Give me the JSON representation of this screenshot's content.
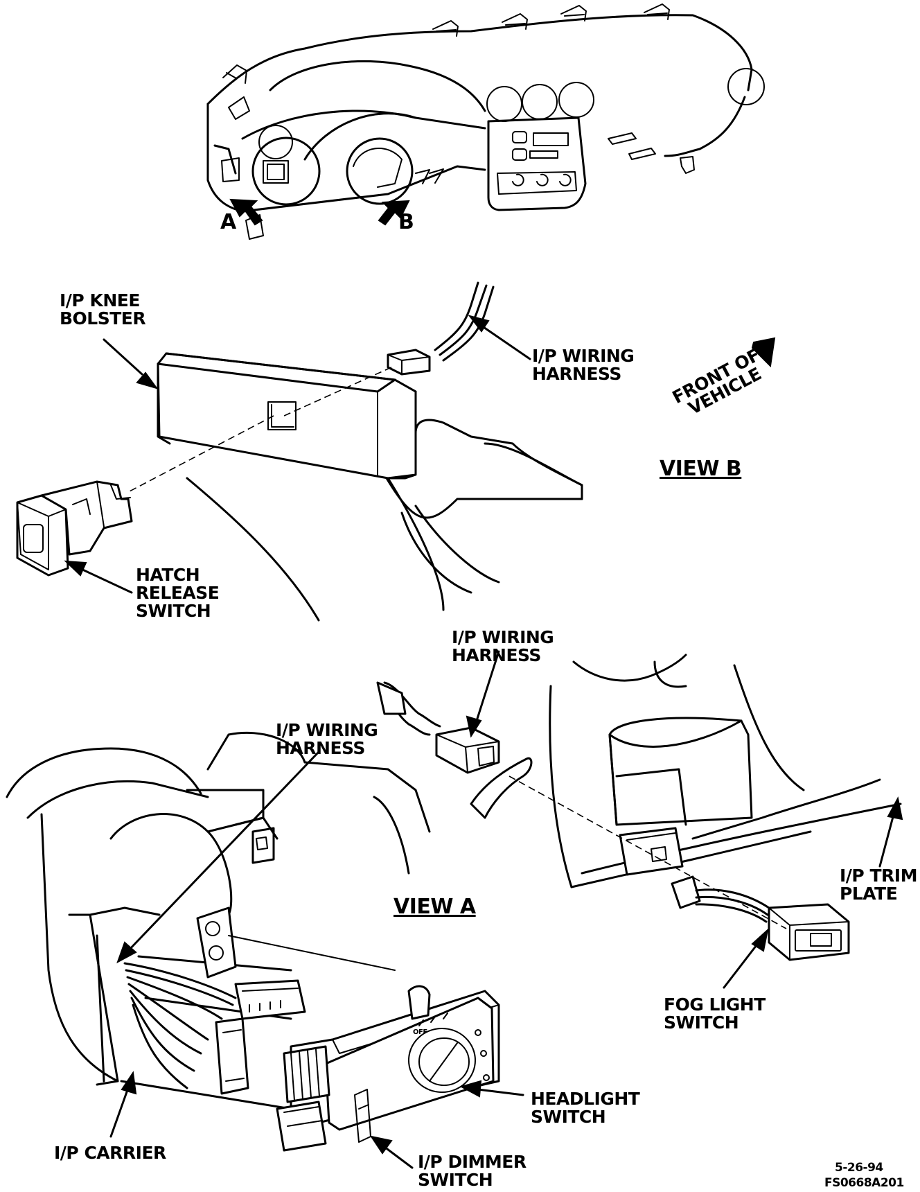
{
  "overview": {
    "callout_a": "A",
    "callout_b": "B"
  },
  "view_b": {
    "title": "VIEW B",
    "knee_bolster_line1": "I/P KNEE",
    "knee_bolster_line2": "BOLSTER",
    "wiring_harness_line1": "I/P WIRING",
    "wiring_harness_line2": "HARNESS",
    "front_of_vehicle_line1": "FRONT OF",
    "front_of_vehicle_line2": "VEHICLE",
    "hatch_release_line1": "HATCH",
    "hatch_release_line2": "RELEASE",
    "hatch_release_line3": "SWITCH"
  },
  "view_a": {
    "title": "VIEW A",
    "wiring_harness_top_line1": "I/P WIRING",
    "wiring_harness_top_line2": "HARNESS",
    "wiring_harness_left_line1": "I/P WIRING",
    "wiring_harness_left_line2": "HARNESS",
    "trim_plate_line1": "I/P TRIM",
    "trim_plate_line2": "PLATE",
    "fog_light_line1": "FOG LIGHT",
    "fog_light_line2": "SWITCH",
    "headlight_line1": "HEADLIGHT",
    "headlight_line2": "SWITCH",
    "carrier": "I/P CARRIER",
    "dimmer_line1": "I/P DIMMER",
    "dimmer_line2": "SWITCH",
    "knob_off": "OFF"
  },
  "footer": {
    "date": "5-26-94",
    "figure_code": "FS0668A201"
  }
}
